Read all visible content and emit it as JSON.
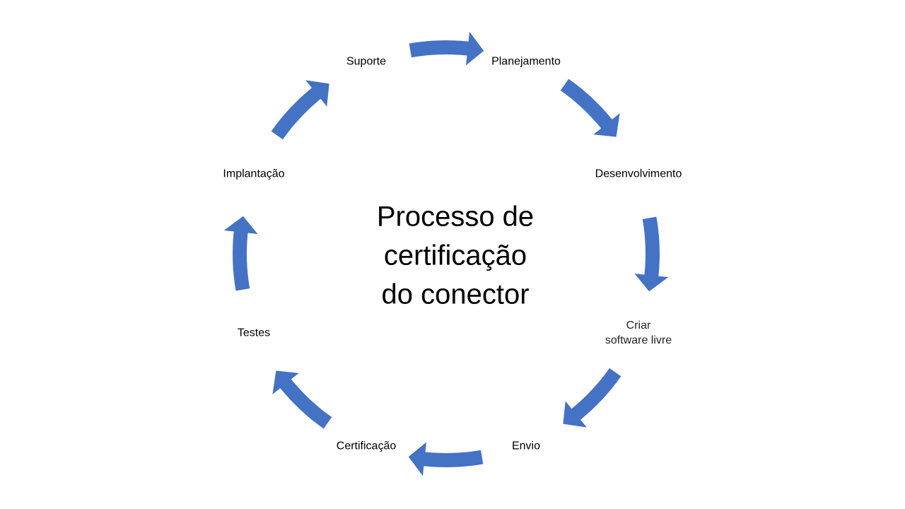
{
  "title_lines": [
    "Processo de",
    "certificação",
    "do conector"
  ],
  "steps": [
    {
      "label": "Suporte"
    },
    {
      "label": "Planejamento"
    },
    {
      "label": "Desenvolvimento"
    },
    {
      "label_lines": [
        "Criar",
        "software livre"
      ]
    },
    {
      "label": "Envio"
    },
    {
      "label": "Certificação"
    },
    {
      "label": "Testes"
    },
    {
      "label": "Implantação"
    }
  ],
  "colors": {
    "arrow": "#4472C4",
    "text": "#000000"
  }
}
